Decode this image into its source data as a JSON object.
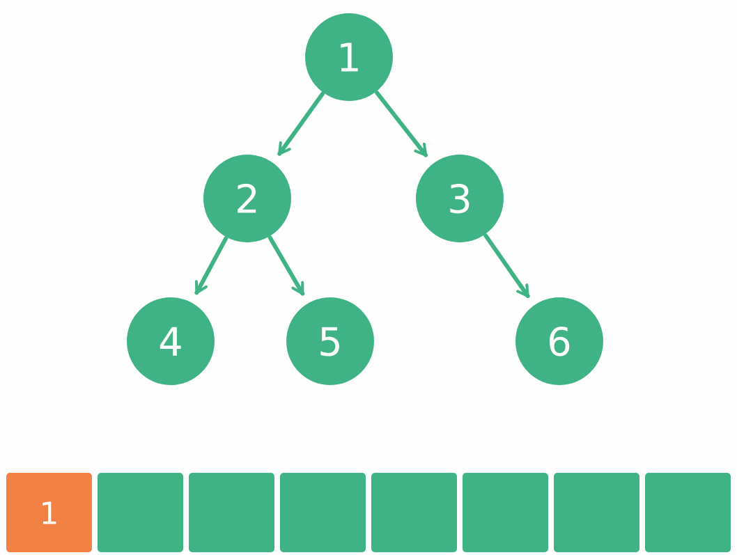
{
  "colors": {
    "node": "#3fb386",
    "edge": "#3fb386",
    "cell": "#3fb386",
    "highlight": "#f18243",
    "text": "#ffffff",
    "background": "#fefefe"
  },
  "tree": {
    "nodes": [
      {
        "id": "n1",
        "label": "1"
      },
      {
        "id": "n2",
        "label": "2"
      },
      {
        "id": "n3",
        "label": "3"
      },
      {
        "id": "n4",
        "label": "4"
      },
      {
        "id": "n5",
        "label": "5"
      },
      {
        "id": "n6",
        "label": "6"
      }
    ],
    "edges": [
      {
        "from": "n1",
        "to": "n2"
      },
      {
        "from": "n1",
        "to": "n3"
      },
      {
        "from": "n2",
        "to": "n4"
      },
      {
        "from": "n2",
        "to": "n5"
      },
      {
        "from": "n3",
        "to": "n6"
      }
    ]
  },
  "array": {
    "cells": [
      {
        "label": "1",
        "highlighted": true
      },
      {
        "label": "",
        "highlighted": false
      },
      {
        "label": "",
        "highlighted": false
      },
      {
        "label": "",
        "highlighted": false
      },
      {
        "label": "",
        "highlighted": false
      },
      {
        "label": "",
        "highlighted": false
      },
      {
        "label": "",
        "highlighted": false
      },
      {
        "label": "",
        "highlighted": false
      }
    ]
  }
}
